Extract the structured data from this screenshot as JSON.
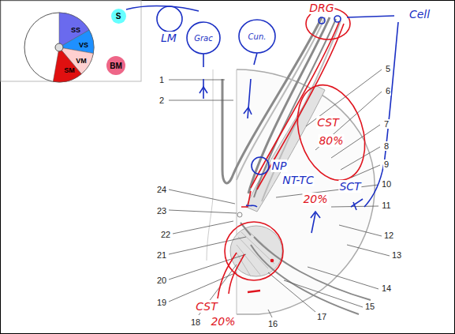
{
  "diagram": {
    "nodes": [
      {
        "text": [
          "S"
        ]
      },
      {
        "text": [
          "BM"
        ]
      }
    ],
    "labels": [
      "SS",
      "VS",
      "VM",
      "SM",
      "1",
      "2",
      "5",
      "6",
      "7",
      "8",
      "9",
      "10",
      "11",
      "12",
      "13",
      "14",
      "15",
      "16",
      "17",
      "18",
      "19",
      "20",
      "21",
      "22",
      "23",
      "24",
      "LM",
      "Grac",
      "Cun.",
      "DRG",
      "Cell",
      "CST",
      "80%",
      "NP",
      "NT-TC",
      "SCT",
      "20%",
      "CST",
      "20%"
    ]
  }
}
